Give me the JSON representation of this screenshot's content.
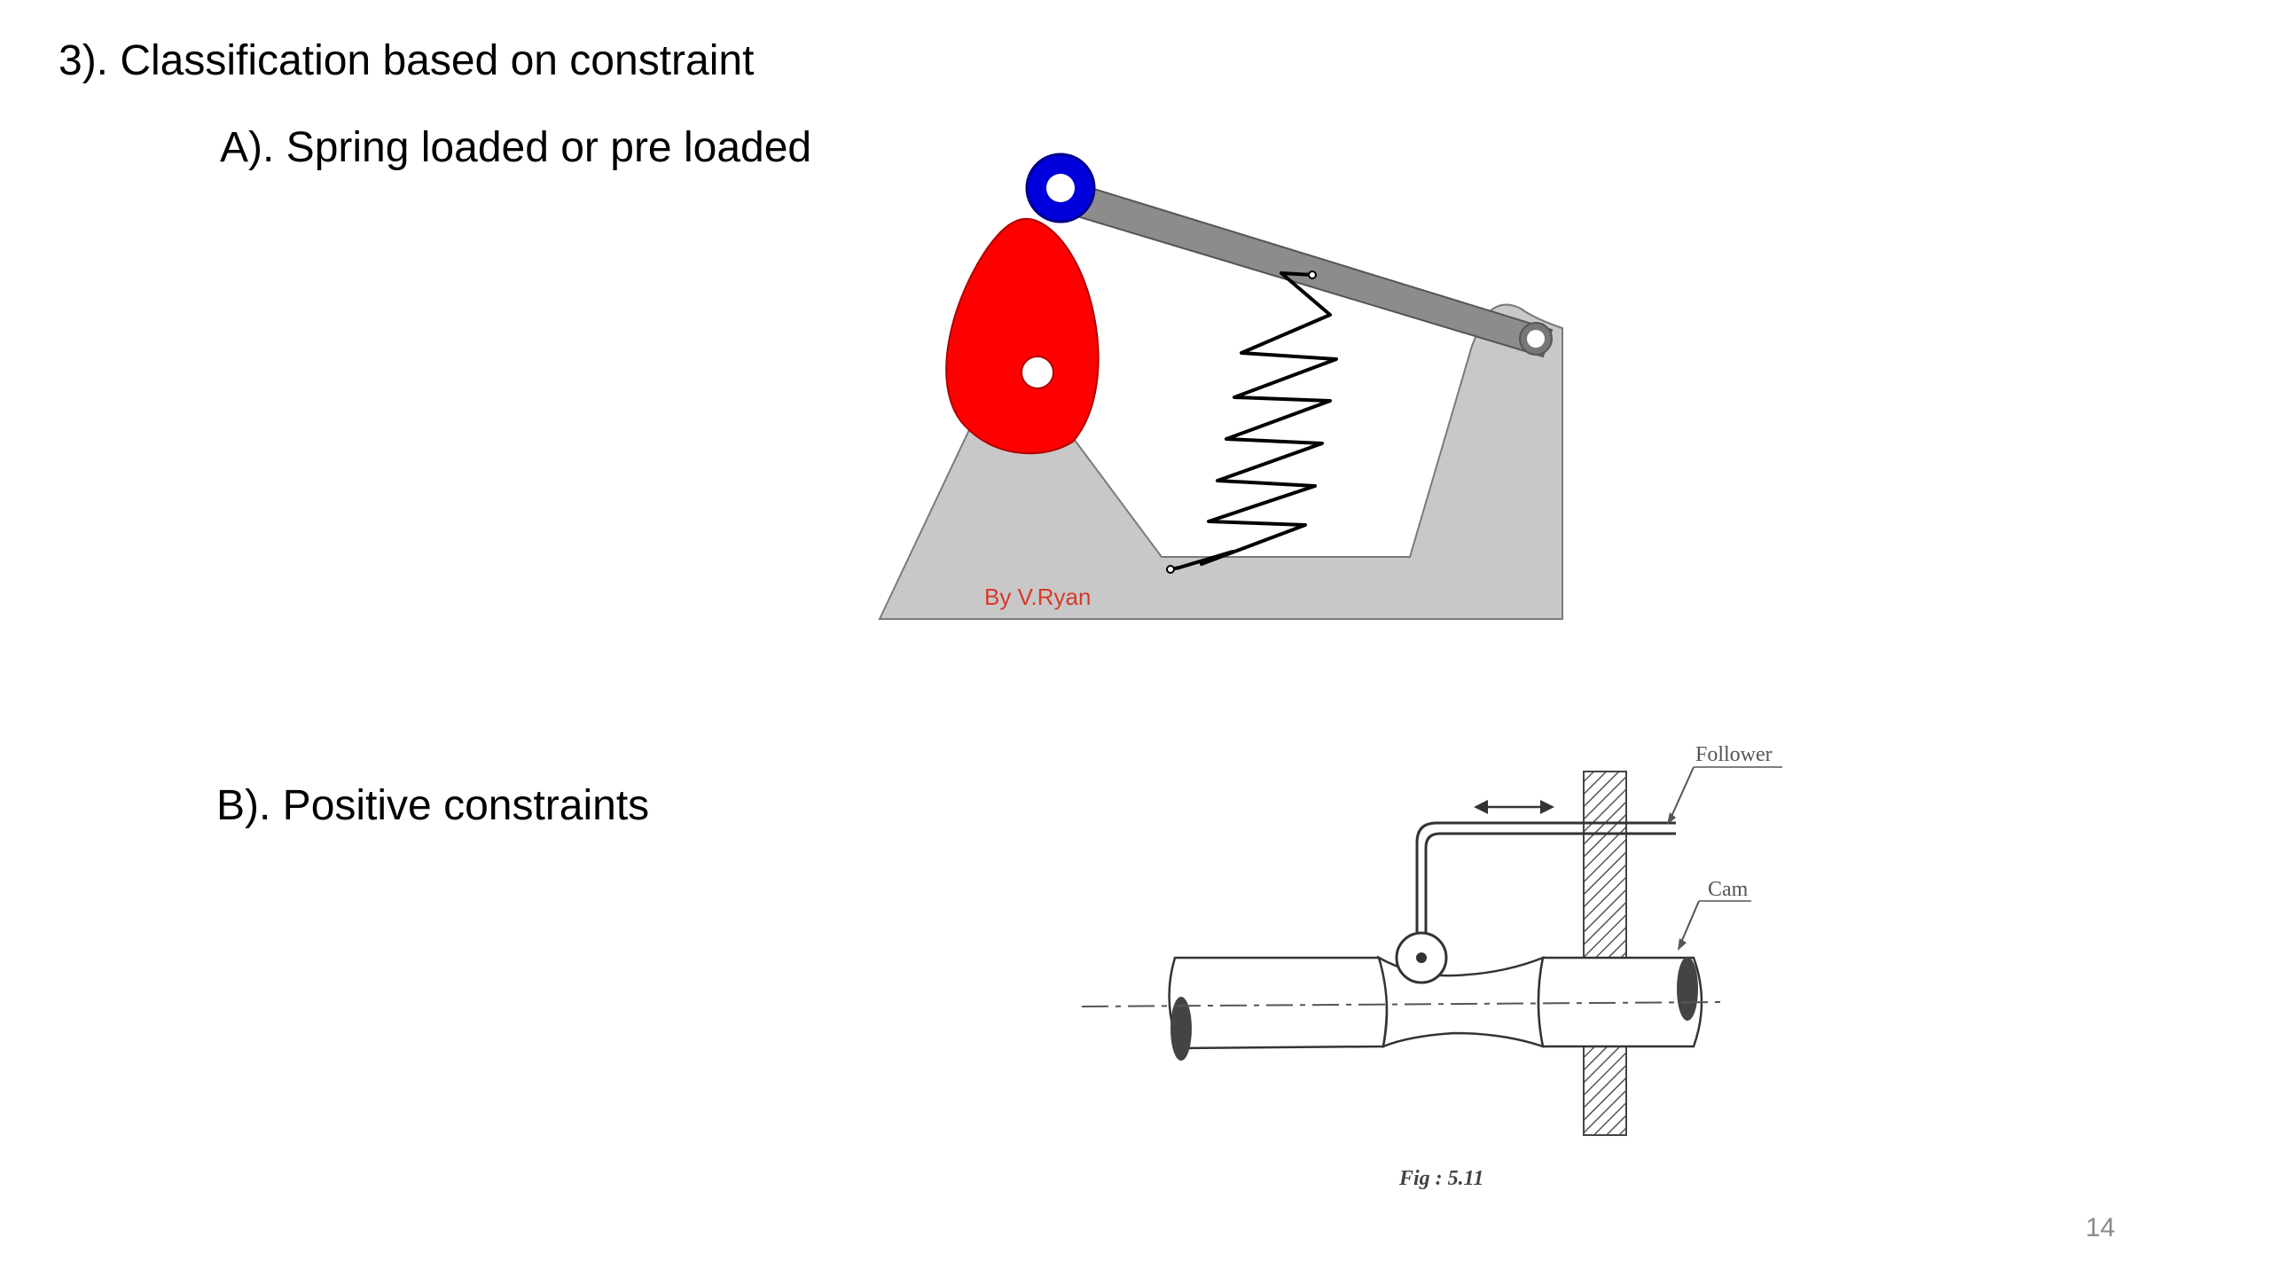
{
  "slide": {
    "heading": "3). Classification based on constraint",
    "item_a": "A). Spring loaded or pre loaded",
    "item_b": "B). Positive constraints",
    "page_number": "14"
  },
  "figure_spring": {
    "credit": "By V.Ryan",
    "colors": {
      "cam": "#ff0000",
      "roller": "#0000dd",
      "frame": "#c8c8c8",
      "lever": "#8c8c8c",
      "credit": "#d63a2a"
    }
  },
  "figure_positive": {
    "label_follower": "Follower",
    "label_cam": "Cam",
    "caption": "Fig : 5.11"
  }
}
